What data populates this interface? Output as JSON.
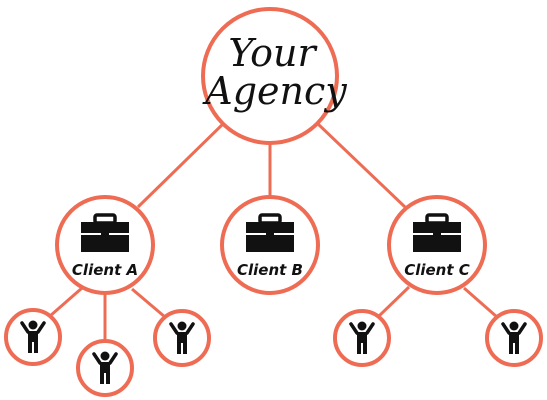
{
  "root": {
    "label_line1": "Your",
    "label_line2": "Agency"
  },
  "clients": [
    {
      "label": "Client A",
      "icon": "briefcase-icon",
      "people": 3
    },
    {
      "label": "Client B",
      "icon": "briefcase-icon",
      "people": 0
    },
    {
      "label": "Client C",
      "icon": "briefcase-icon",
      "people": 2
    }
  ],
  "icons": {
    "client": "briefcase-icon",
    "person": "person-icon"
  },
  "colors": {
    "accent": "#ee6c54",
    "ink": "#111111",
    "background": "#ffffff"
  }
}
